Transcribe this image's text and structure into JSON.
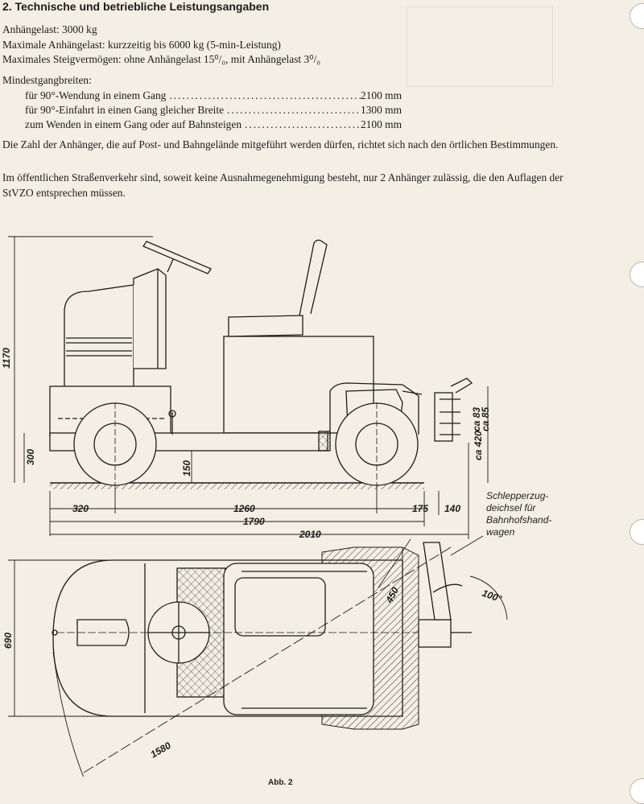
{
  "heading": "2. Technische und betriebliche Leistungsangaben",
  "specs": [
    "Anhängelast: 3000 kg",
    "Maximale Anhängelast:  kurzzeitig bis 6000 kg (5-min-Leistung)",
    "Maximales Steigvermögen: ohne Anhängelast 15⁰/₀, mit Anhängelast 3⁰/₀"
  ],
  "min_aisle": {
    "title": "Mindestgangbreiten:",
    "rows": [
      {
        "label": "für 90°-Wendung in einem Gang",
        "value": "2100 mm"
      },
      {
        "label": "für 90°-Einfahrt in einen Gang gleicher Breite",
        "value": "1300 mm"
      },
      {
        "label": "zum Wenden in einem Gang oder auf Bahnsteigen",
        "value": "2100 mm"
      }
    ]
  },
  "paragraphs": [
    "Die Zahl der Anhänger, die auf Post- und Bahngelände mitgeführt werden dürfen, richtet sich nach den örtlichen Bestimmungen.",
    "Im öffentlichen Straßenverkehr sind, soweit keine Ausnahmegenehmigung besteht, nur 2 Anhänger zulässig, die den Auflagen der StVZO entsprechen müssen."
  ],
  "drawing": {
    "dims": {
      "height": "1170",
      "axle_height": "300",
      "clearance": "150",
      "front_overhang": "320",
      "wheelbase": "1260",
      "rear_a": "175",
      "rear_b": "140",
      "length": "1790",
      "overall": "2010",
      "coupling_upper": "ca 83",
      "coupling_upper2": "ca 85",
      "coupling_lower": "ca 420",
      "width": "690",
      "radius": "1580",
      "swing": "450",
      "angle": "100°"
    },
    "note": [
      "Schlepperzug-",
      "deichsel für",
      "Bahnhofshand-",
      "wagen"
    ]
  },
  "caption": "Abb. 2"
}
